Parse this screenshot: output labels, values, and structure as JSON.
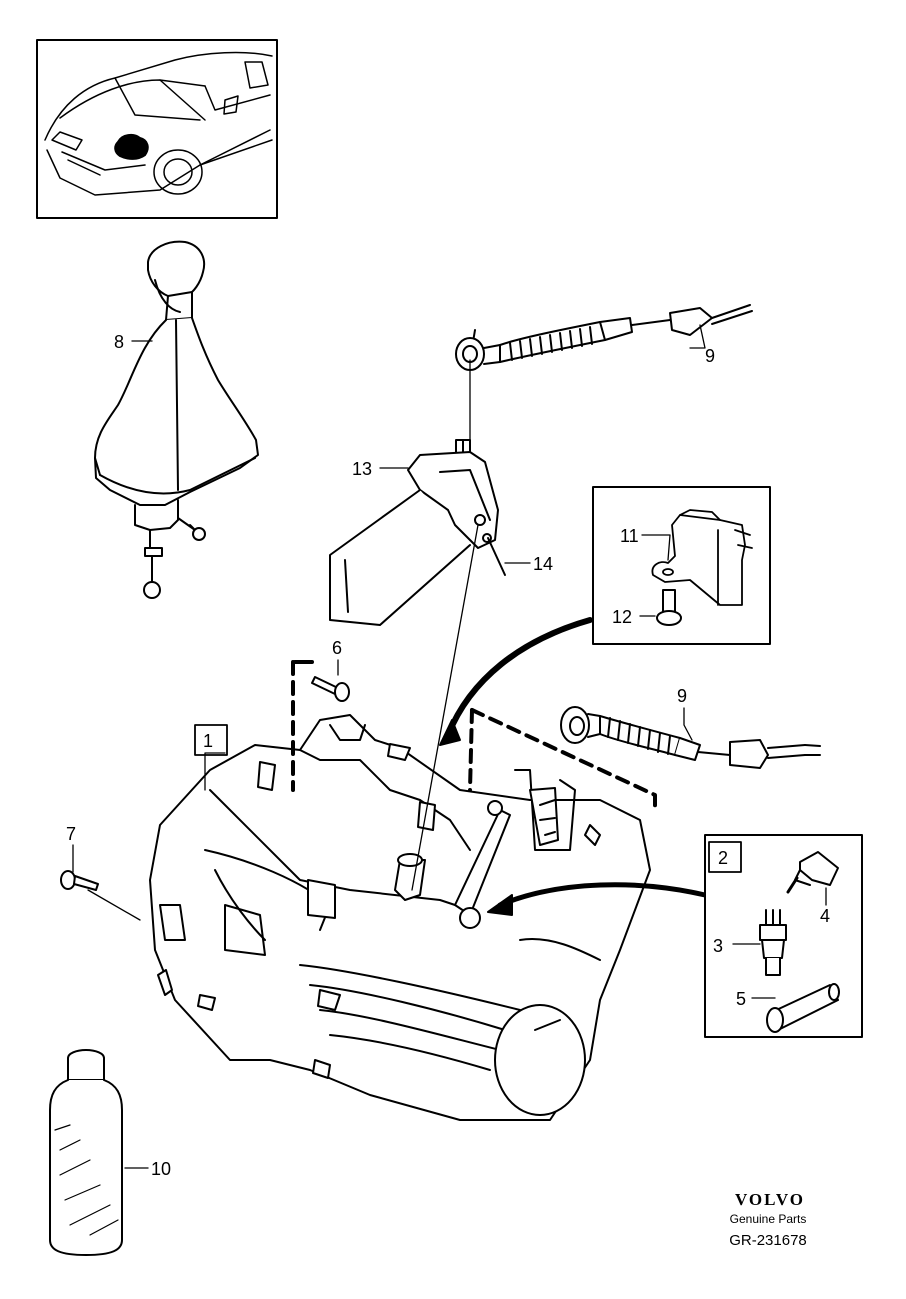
{
  "callouts": {
    "c1": "1",
    "c2": "2",
    "c3": "3",
    "c4": "4",
    "c5": "5",
    "c6": "6",
    "c7": "7",
    "c8": "8",
    "c9a": "9",
    "c9b": "9",
    "c10": "10",
    "c11": "11",
    "c12": "12",
    "c13": "13",
    "c14": "14"
  },
  "footer": {
    "brand": "VOLVO",
    "tagline": "Genuine Parts",
    "figure_id": "GR-231678"
  },
  "colors": {
    "line": "#000000",
    "background": "#ffffff",
    "fill": "#ffffff"
  },
  "icons": [
    "car-location-icon",
    "gear-knob-boot-icon",
    "gearbox-icon",
    "oil-bottle-icon",
    "shift-cable-icon",
    "reverse-light-switch-icon",
    "connector-icon",
    "fuse-icon",
    "bracket-icon",
    "bolt-icon"
  ]
}
